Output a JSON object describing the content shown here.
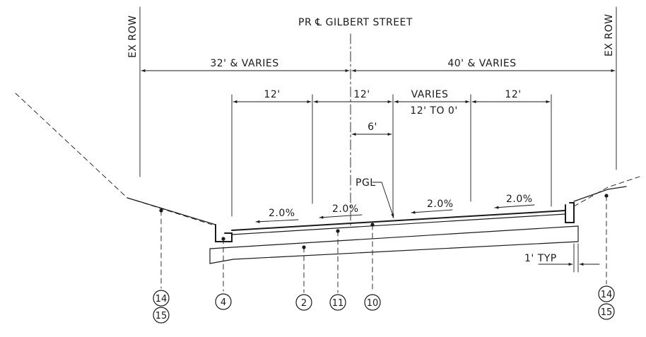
{
  "title": "PR ℄ GILBERT STREET",
  "row_labels": {
    "left": "EX ROW",
    "right": "EX ROW"
  },
  "dimensions": {
    "left_half": "32' & VARIES",
    "right_half": "40' & VARIES",
    "lane_1": "12'",
    "lane_2": "12'",
    "lane_3": "VARIES",
    "lane_3_range": "12' TO 0'",
    "lane_4": "12'",
    "offset": "6'",
    "typ": "1' TYP"
  },
  "pgl_label": "PGL",
  "slopes": [
    "2.0%",
    "2.0%",
    "2.0%",
    "2.0%"
  ],
  "callouts": [
    "14",
    "15",
    "4",
    "2",
    "11",
    "10",
    "14",
    "15"
  ]
}
